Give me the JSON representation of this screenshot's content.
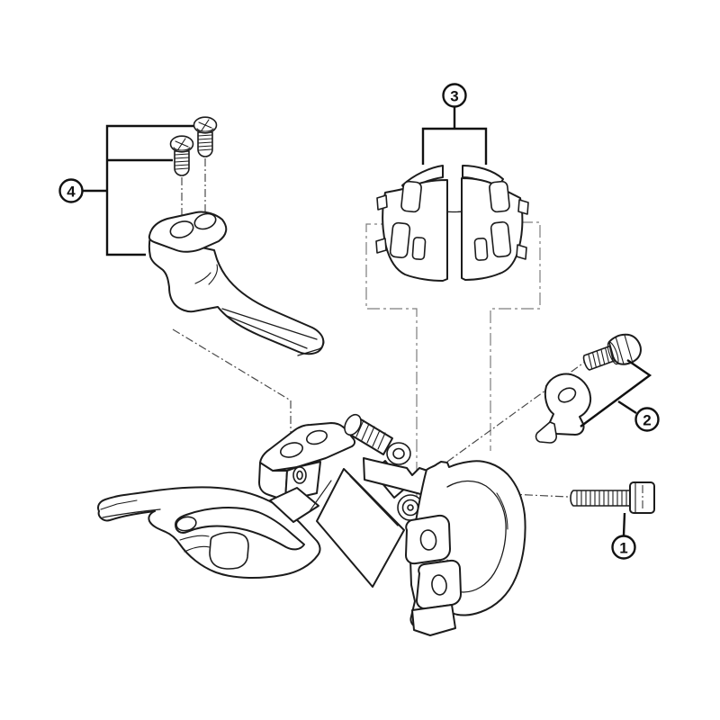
{
  "diagram": {
    "kind": "exploded-parts-line-drawing",
    "colors": {
      "background": "#ffffff",
      "line": "#1c1c1c",
      "projection_line": "#7d7d7d",
      "callout_stroke": "#111111"
    },
    "callouts": [
      {
        "number": "1"
      },
      {
        "number": "2"
      },
      {
        "number": "3"
      },
      {
        "number": "4"
      }
    ]
  }
}
